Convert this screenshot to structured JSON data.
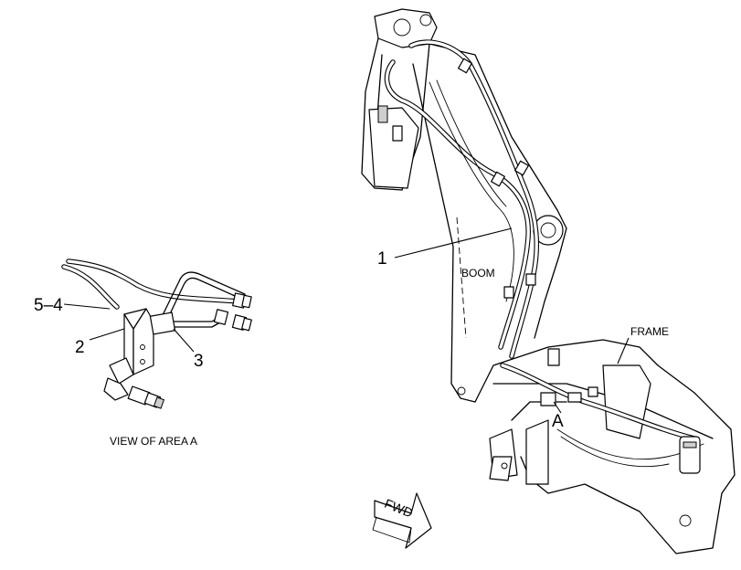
{
  "callouts": {
    "c1": "1",
    "c2": "2",
    "c3": "3",
    "c54": "5–4",
    "area": "A"
  },
  "labels": {
    "boom": "BOOM",
    "frame": "FRAME",
    "view": "VIEW OF AREA  A",
    "fwd": "FWD"
  },
  "icons": {
    "fwd_arrow": "fwd-arrow-icon"
  }
}
